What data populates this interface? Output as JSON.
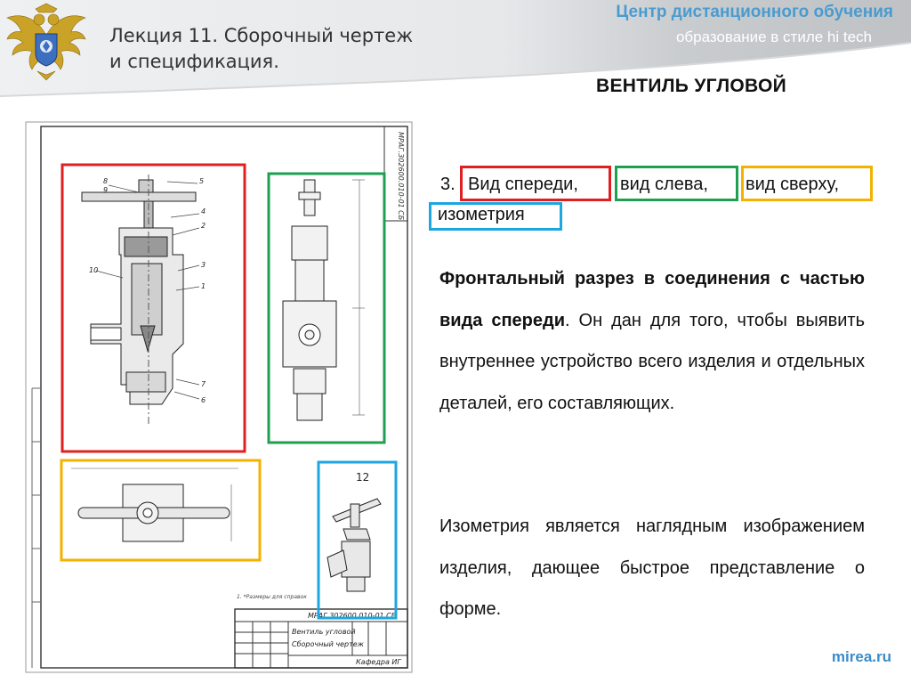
{
  "header": {
    "lecture_title": "Лекция 11. Сборочный чертеж\nи спецификация.",
    "center_title": "Центр дистанционного обучения",
    "center_subtitle": "образование в стиле hi tech"
  },
  "slide": {
    "title": "ВЕНТИЛЬ УГЛОВОЙ"
  },
  "views": {
    "prefix": "3.",
    "front": "Вид спереди,",
    "left": "вид слева,",
    "top": "вид сверху,",
    "iso": "изометрия"
  },
  "para1": {
    "bold": "Фронтальный разрез в соединения с частью вида спереди",
    "rest": ". Он дан для того, чтобы выявить внутреннее устройство всего изделия и отдельных деталей, его составляющих."
  },
  "para2": {
    "text": "Изометрия является наглядным изображением изделия, дающее быстрое представление о форме."
  },
  "drawing": {
    "code_vertical": "МРАГ.302600.010-01 СБ",
    "title_code": "МРАГ.302600.010-01 СБ",
    "name_line1": "Вентиль угловой",
    "name_line2": "Сборочный чертеж",
    "dept": "Кафедра ИГ",
    "note": "1. *Размеры для справок",
    "iso_label": "12",
    "leaders": [
      "8",
      "9",
      "5",
      "4",
      "2",
      "10",
      "3",
      "1",
      "7",
      "6"
    ]
  },
  "colors": {
    "front": "#e02020",
    "left": "#1fa050",
    "top": "#f2b200",
    "iso": "#1ea6e0",
    "accent": "#4a9bd0"
  },
  "footer": {
    "site": "mirea.ru"
  }
}
